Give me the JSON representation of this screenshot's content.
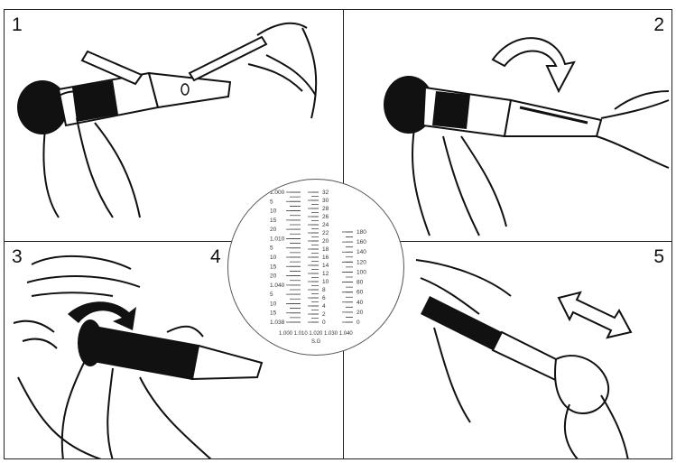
{
  "panels": [
    {
      "number": "1"
    },
    {
      "number": "2"
    },
    {
      "number": "3"
    },
    {
      "number": "4"
    },
    {
      "number": "5"
    }
  ],
  "scale": {
    "left_ticks": [
      "1.000",
      "5",
      "10",
      "15",
      "20",
      "1.010",
      "5",
      "10",
      "15",
      "20",
      "1.040",
      "5",
      "10",
      "15",
      "1.038"
    ],
    "center_ticks": [
      "32",
      "30",
      "28",
      "26",
      "24",
      "22",
      "20",
      "18",
      "16",
      "14",
      "12",
      "10",
      "8",
      "6",
      "4",
      "2",
      "0"
    ],
    "right_ticks": [
      "180",
      "160",
      "140",
      "120",
      "100",
      "80",
      "60",
      "40",
      "20",
      "0"
    ],
    "bottom_label": "1.000 1.010 1.020 1.030 1.040",
    "bottom_label2": "S.G"
  }
}
